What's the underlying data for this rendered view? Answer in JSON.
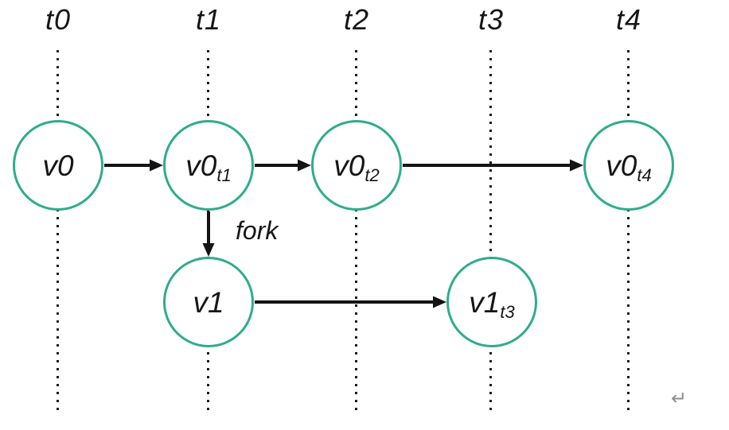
{
  "diagram": {
    "title_present": false,
    "timelines": [
      {
        "label": "t0"
      },
      {
        "label": "t1"
      },
      {
        "label": "t2"
      },
      {
        "label": "t3"
      },
      {
        "label": "t4"
      }
    ],
    "nodes": [
      {
        "id": "v0",
        "label": "v0",
        "sub": "",
        "timeline": "t0"
      },
      {
        "id": "v0t1",
        "label": "v0",
        "sub": "t1",
        "timeline": "t1"
      },
      {
        "id": "v0t2",
        "label": "v0",
        "sub": "t2",
        "timeline": "t2"
      },
      {
        "id": "v0t4",
        "label": "v0",
        "sub": "t4",
        "timeline": "t4"
      },
      {
        "id": "v1",
        "label": "v1",
        "sub": "",
        "timeline": "t1"
      },
      {
        "id": "v1t3",
        "label": "v1",
        "sub": "t3",
        "timeline": "t3"
      }
    ],
    "edges": [
      {
        "from": "v0",
        "to": "v0t1",
        "label": ""
      },
      {
        "from": "v0t1",
        "to": "v0t2",
        "label": ""
      },
      {
        "from": "v0t2",
        "to": "v0t4",
        "label": ""
      },
      {
        "from": "v0t1",
        "to": "v1",
        "label": "fork"
      },
      {
        "from": "v1",
        "to": "v1t3",
        "label": ""
      }
    ],
    "fork_label": "fork",
    "return_mark": "↵",
    "colors": {
      "node_border": "#2FAC8B",
      "line": "#141414",
      "text": "#161616",
      "return_mark": "#8F8F8F",
      "background": "#FFFFFF"
    }
  }
}
